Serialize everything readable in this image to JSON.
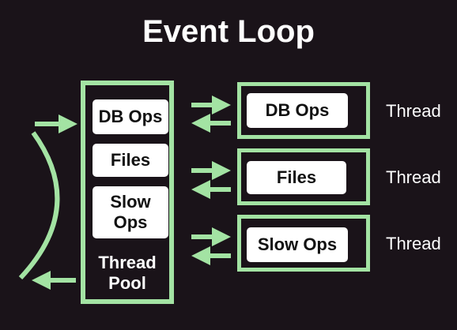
{
  "title": "Event Loop",
  "pool": {
    "items": [
      "DB Ops",
      "Files",
      "Slow Ops"
    ],
    "label_line1": "Thread",
    "label_line2": "Pool"
  },
  "threads": [
    {
      "task": "DB Ops",
      "label": "Thread"
    },
    {
      "task": "Files",
      "label": "Thread"
    },
    {
      "task": "Slow Ops",
      "label": "Thread"
    }
  ],
  "colors": {
    "background": "#1a1319",
    "accent_green": "#a3e3a3",
    "chip": "#ffffff"
  }
}
